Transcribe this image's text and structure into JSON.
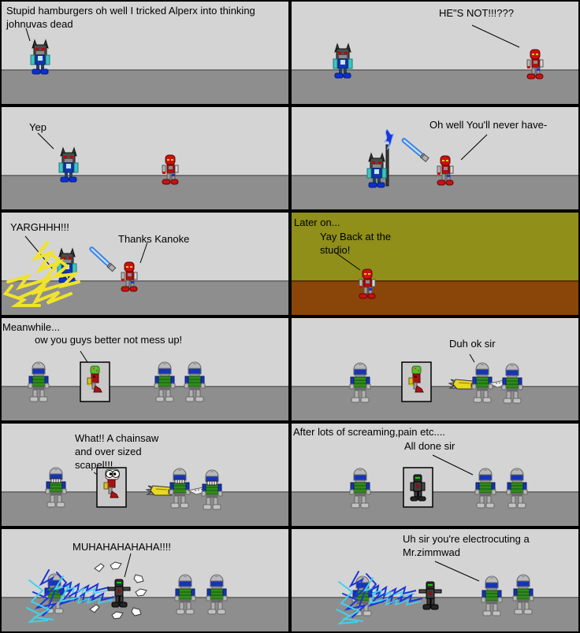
{
  "colors": {
    "wall": "#d4d4d4",
    "floor": "#8e8e8e",
    "studio_wall": "#8f8f1a",
    "studio_floor": "#8a4509",
    "villain_blue": "#1535b5",
    "villain_teal": "#3fc3c3",
    "kanoke_red": "#cc1010",
    "trooper_green": "#2f8c1c",
    "trooper_gray": "#b9b9b9",
    "saber_blue": "#4f9bff",
    "scribble_yellow": "#f0e32a",
    "lightning_blue": "#1b35d6",
    "lightning_cyan": "#3fd2ee"
  },
  "panels": {
    "p1": {
      "caption": "Stupid hamburgers oh well I tricked Alperx into thinking\njohnuvas dead"
    },
    "p2": {
      "caption": "HE\"S NOT!!!???"
    },
    "p3": {
      "caption": "Yep"
    },
    "p4": {
      "caption": "Oh well You'll never have-"
    },
    "p5": {
      "scream": "YARGHHH!!!",
      "thanks": "Thanks Kanoke"
    },
    "p6": {
      "later": "Later on...",
      "yay": "Yay Back at the\nstudio!"
    },
    "p7": {
      "meanwhile": "Meanwhile...",
      "warning": "ow you guys better not mess up!"
    },
    "p8": {
      "caption": "Duh ok sir"
    },
    "p9": {
      "caption": "What!! A chainsaw\nand over sized\nscapel!!!"
    },
    "p10": {
      "after": "After lots of screaming,pain etc....",
      "done": "All done sir"
    },
    "p11": {
      "caption": "MUHAHAHAHAHA!!!!"
    },
    "p12": {
      "caption": "Uh sir you're electrocuting a\nMr.zimmwad"
    }
  }
}
